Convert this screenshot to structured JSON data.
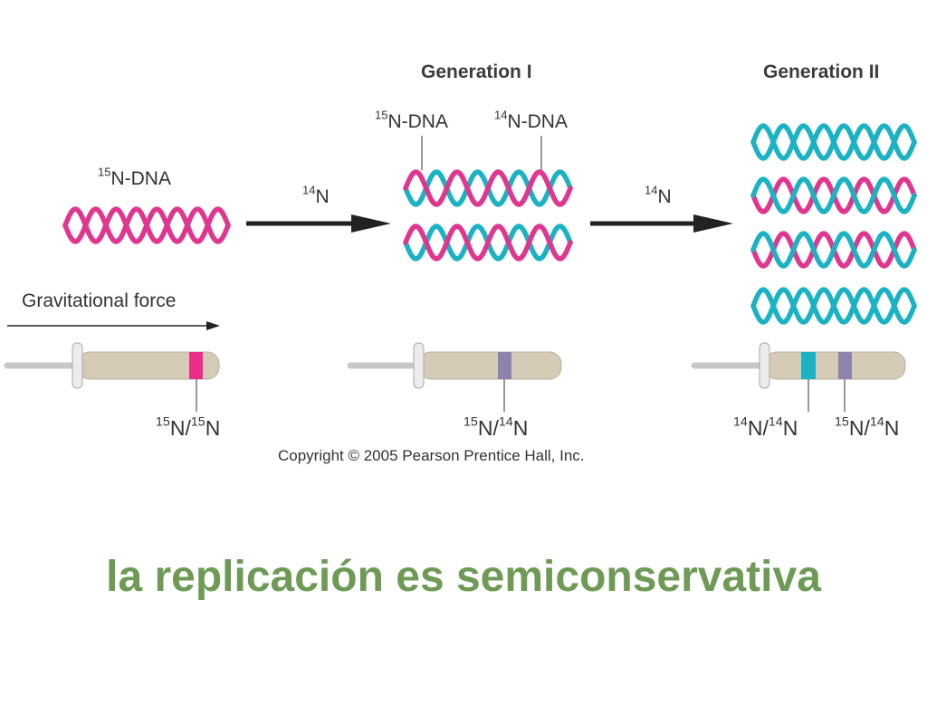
{
  "generations": {
    "gen1_title": "Generation I",
    "gen2_title": "Generation II"
  },
  "labels": {
    "parent_dna": {
      "iso": "15",
      "rest": "N-DNA"
    },
    "gen1_left_dna": {
      "iso": "15",
      "rest": "N-DNA"
    },
    "gen1_right_dna": {
      "iso": "14",
      "rest": "N-DNA"
    },
    "arrow1": {
      "iso": "14",
      "rest": "N"
    },
    "arrow2": {
      "iso": "14",
      "rest": "N"
    },
    "force": "Gravitational force"
  },
  "bands": {
    "tube1": {
      "iso_a": "15",
      "rest_a": "N/",
      "iso_b": "15",
      "rest_b": "N"
    },
    "tube2": {
      "iso_a": "15",
      "rest_a": "N/",
      "iso_b": "14",
      "rest_b": "N"
    },
    "tube3_light": {
      "iso_a": "14",
      "rest_a": "N/",
      "iso_b": "14",
      "rest_b": "N"
    },
    "tube3_hybrid": {
      "iso_a": "15",
      "rest_a": "N/",
      "iso_b": "14",
      "rest_b": "N"
    }
  },
  "copyright": "Copyright © 2005 Pearson Prentice Hall, Inc.",
  "slide_title": "la replicación es semiconservativa",
  "colors": {
    "heavy_strand": "#e0368f",
    "light_strand": "#1bb3c4",
    "band_heavy": "#ec2d8c",
    "band_light": "#1bb3c4",
    "band_hybrid": "#8d84ad",
    "tube_fill": "#d5cbb6",
    "title_green": "#6e9a55"
  },
  "icons": [
    "dna-helix-icon",
    "arrow-right-icon",
    "centrifuge-tube-icon"
  ]
}
